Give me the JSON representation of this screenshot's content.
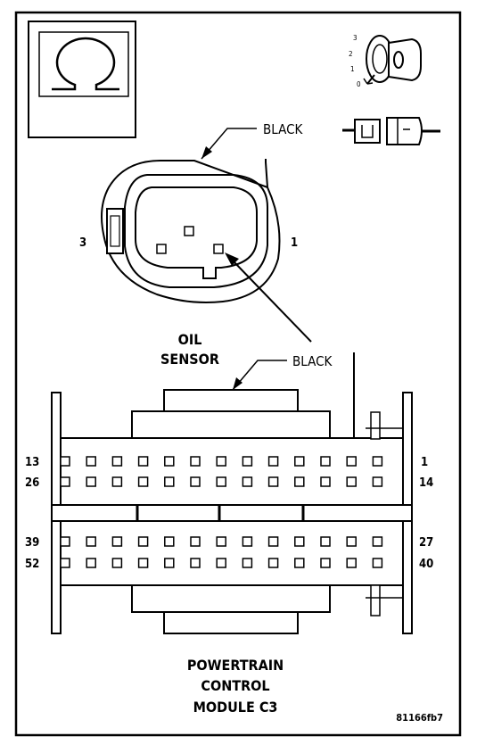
{
  "labels": {
    "oil_connector_wire": "BLACK",
    "pcm_connector_wire": "BLACK",
    "oil_pin_left": "3",
    "oil_pin_right": "1",
    "oil_sensor_line1": "OIL",
    "oil_sensor_line2": "SENSOR",
    "pcm_line1": "POWERTRAIN",
    "pcm_line2": "CONTROL",
    "pcm_line3": "MODULE C3",
    "figure_id": "81166fb7"
  },
  "key_scale": [
    "3",
    "2",
    "1",
    "0"
  ],
  "pcm_pin_numbers": {
    "row1_left": "13",
    "row1_right": "1",
    "row2_left": "26",
    "row2_right": "14",
    "row3_left": "39",
    "row3_right": "27",
    "row4_left": "52",
    "row4_right": "40"
  },
  "icons": {
    "symbol_box": "ohm-icon",
    "ignition": "ignition-key-icon",
    "connector": "connector-icon"
  }
}
